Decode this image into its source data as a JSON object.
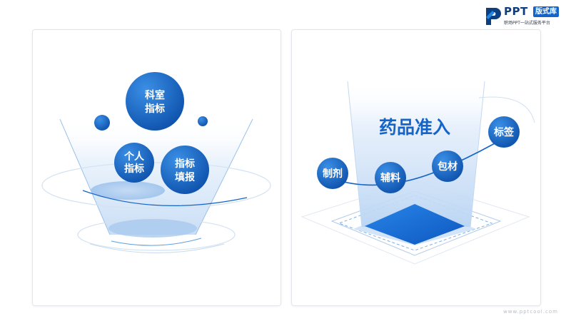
{
  "brand": {
    "logo_text": "PPT",
    "badge": "版式库",
    "tagline": "职场PPT一站式服务平台",
    "watermark": "www.pptcool.com"
  },
  "left_panel": {
    "top_bubble": {
      "line1": "科室",
      "line2": "指标"
    },
    "left_bubble": {
      "line1": "个人",
      "line2": "指标"
    },
    "right_bubble": {
      "line1": "指标",
      "line2": "填报"
    }
  },
  "right_panel": {
    "title": "药品准入",
    "nodes": [
      "制剂",
      "辅料",
      "包材",
      "标签"
    ]
  },
  "colors": {
    "accent": "#1565c8",
    "dark": "#0d47a1",
    "light": "#dbeafb"
  }
}
